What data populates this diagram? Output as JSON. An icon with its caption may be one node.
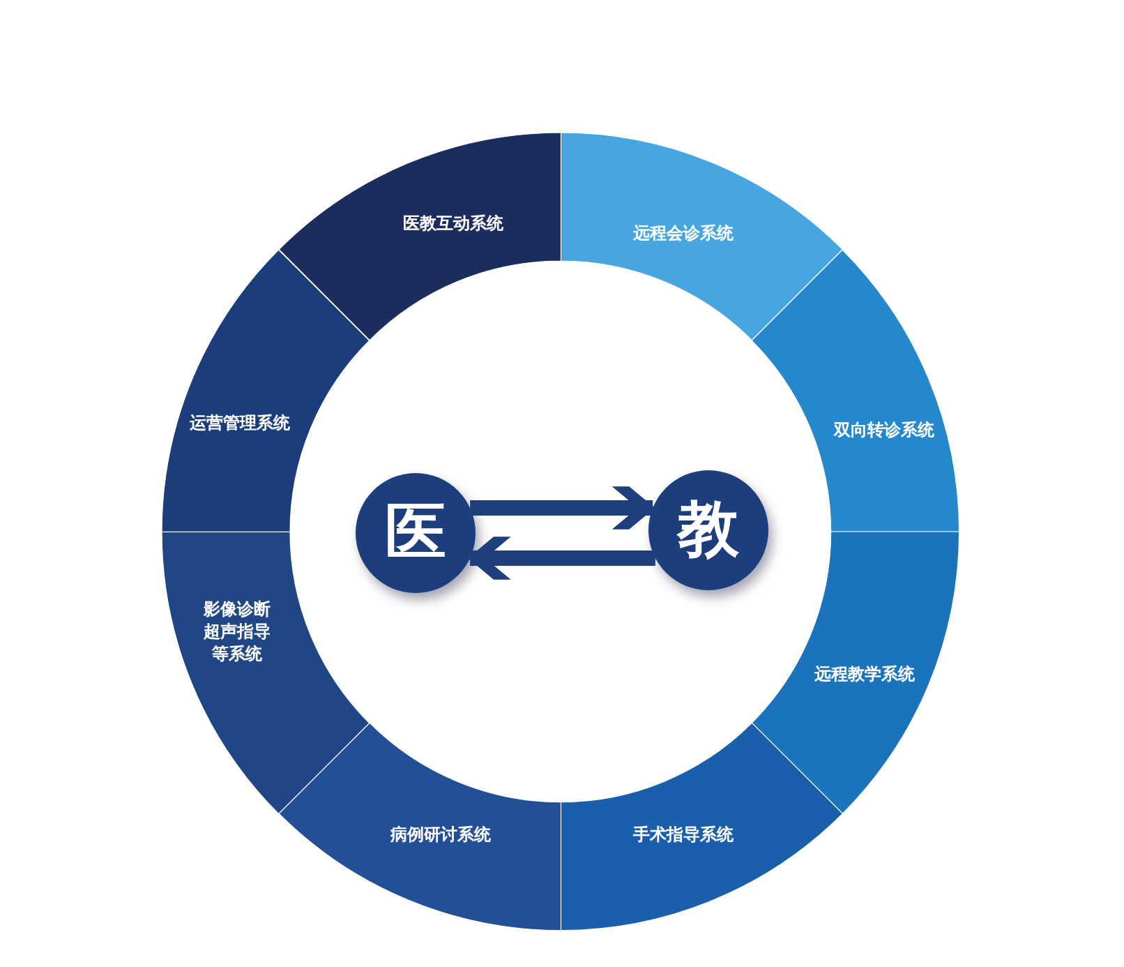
{
  "diagram": {
    "nodes": [
      {
        "text": [
          "远程会诊系统"
        ]
      },
      {
        "text": [
          "双向转诊系统"
        ]
      },
      {
        "text": [
          "远程教学系统"
        ]
      },
      {
        "text": [
          "手术指导系统"
        ]
      },
      {
        "text": [
          "病例研讨系统"
        ]
      },
      {
        "text": [
          "影像诊断超声指导等系统"
        ]
      },
      {
        "text": [
          "运营管理系统"
        ]
      },
      {
        "text": [
          "医教互动系统"
        ]
      },
      {
        "text": [
          "医"
        ]
      },
      {
        "text": [
          "教"
        ]
      }
    ],
    "edges": [
      {
        "from": 8,
        "to": 9,
        "arrow": "to"
      },
      {
        "from": 9,
        "to": 8,
        "arrow": "to"
      }
    ]
  }
}
